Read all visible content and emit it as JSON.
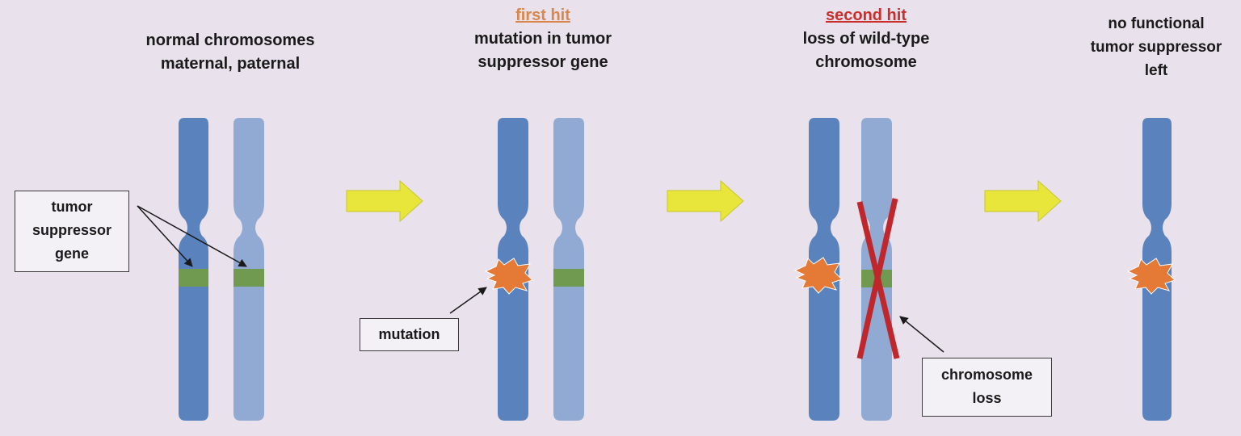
{
  "panels": [
    {
      "id": "normal",
      "hit": "",
      "lines": [
        "normal chromosomes",
        "maternal, paternal"
      ]
    },
    {
      "id": "first",
      "hit": "first hit",
      "hit_color": "#d9874a",
      "lines": [
        "mutation in tumor",
        "suppressor gene"
      ]
    },
    {
      "id": "second",
      "hit": "second hit",
      "hit_color": "#c9302c",
      "lines": [
        "loss of wild-type",
        "chromosome"
      ]
    },
    {
      "id": "final",
      "hit": "",
      "lines": [
        "no functional",
        "tumor suppressor",
        "left"
      ]
    }
  ],
  "callouts": {
    "tumor_suppressor_gene": [
      "tumor",
      "suppressor",
      "gene"
    ],
    "mutation": [
      "mutation"
    ],
    "chromosome_loss": [
      "chromosome",
      "loss"
    ]
  },
  "colors": {
    "background": "#e9e1ec",
    "maternal_chromosome": "#5a83bd",
    "paternal_chromosome": "#91aad3",
    "gene_band": "#6f9a4f",
    "mutation_burst": "#e47a36",
    "arrow": "#e8e63a",
    "cross": "#c0272d"
  }
}
